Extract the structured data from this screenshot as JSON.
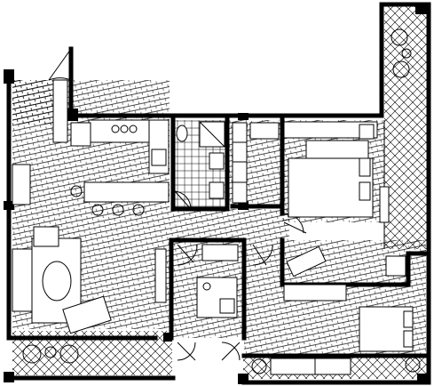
{
  "plan": {
    "background": "#ffffff",
    "ink": "#000000",
    "floor_patterns": [
      "wood-hatch",
      "tile-grid",
      "crosshatch-balcony"
    ]
  },
  "rooms": [
    {
      "id": "living-kitchen",
      "floor": "wood-hatch"
    },
    {
      "id": "bathroom",
      "floor": "tile-grid"
    },
    {
      "id": "master-bedroom",
      "floor": "wood-hatch"
    },
    {
      "id": "study",
      "floor": "wood-hatch"
    },
    {
      "id": "second-bedroom",
      "floor": "wood-hatch"
    },
    {
      "id": "balcony-east",
      "floor": "crosshatch-balcony"
    },
    {
      "id": "balcony-south",
      "floor": "crosshatch-balcony"
    },
    {
      "id": "balcony-southeast",
      "floor": "crosshatch-balcony"
    }
  ]
}
